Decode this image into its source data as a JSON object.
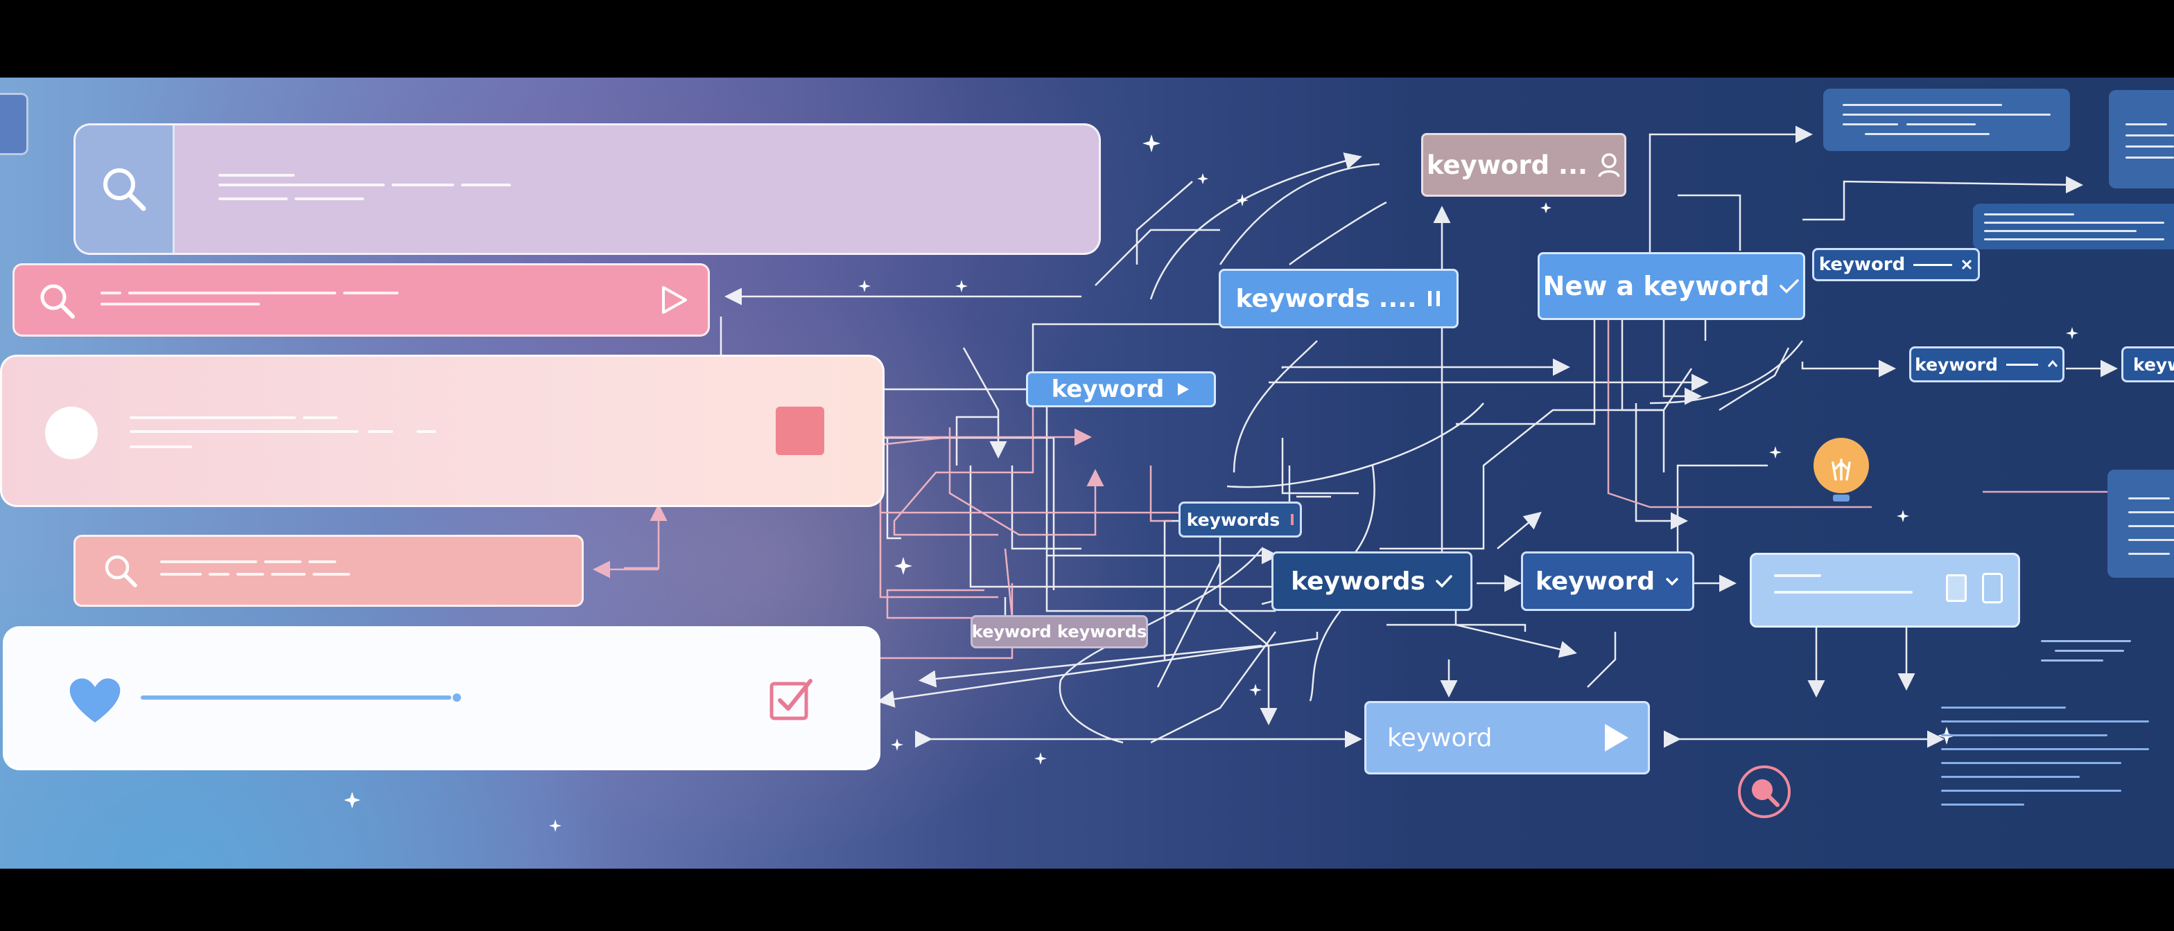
{
  "tags": {
    "keyword_user": "keyword ...",
    "keywords_pause": "keywords ....",
    "new_keyword": "New a keyword",
    "keyword_x": "keyword",
    "keyword_play_small": "keyword",
    "keyword_up": "keyword",
    "keyword_edge": "keyw",
    "keywords_small": "keywords",
    "keyword_keywords": "keyword keywords",
    "keywords_check": "keywords",
    "keyword_dropdown": "keyword",
    "keyword_play_large": "keyword"
  },
  "icons": {
    "user": "user-icon",
    "pause": "pause-icon",
    "check": "check-icon",
    "close": "close-icon",
    "chevron_up": "chevron-up-icon",
    "chevron_down": "chevron-down-icon",
    "play": "play-icon",
    "search": "search-icon",
    "heart": "heart-icon",
    "checkbox": "checkbox-icon",
    "lightbulb": "lightbulb-icon"
  },
  "colors": {
    "accent_blue": "#5b9de8",
    "navy": "#26559a",
    "pink": "#f49ab0",
    "salmon": "#f3b3b3",
    "lavender": "#d6c3e2",
    "red_square": "#f0848e"
  }
}
